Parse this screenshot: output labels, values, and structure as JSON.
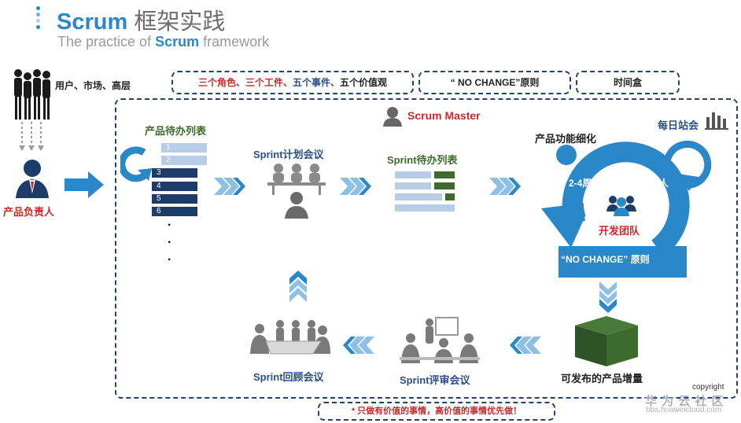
{
  "header": {
    "title_en": "Scrum",
    "title_cn": "框架实践",
    "subtitle_pre": "The practice of ",
    "subtitle_brand": "Scrum",
    "subtitle_post": " framework"
  },
  "stakeholders": {
    "label": "用户、市场、高层"
  },
  "top_boxes": [
    {
      "parts": [
        "三个角色、",
        "三个工件、",
        "五个事件、",
        "五个价值观"
      ]
    },
    {
      "label": "“ NO CHANGE”原则"
    },
    {
      "label": "时间盒"
    }
  ],
  "product_owner": {
    "label": "产品负责人"
  },
  "scrum_master": {
    "label": "Scrum  Master"
  },
  "product_backlog": {
    "label": "产品待办列表",
    "items": [
      "1",
      "2",
      "3",
      "4",
      "5",
      "6"
    ],
    "dots": [
      "·",
      "·",
      "·"
    ]
  },
  "sprint_planning": {
    "label": "Sprint计划会议"
  },
  "sprint_backlog": {
    "label": "Sprint待办列表"
  },
  "sprint_cycle": {
    "refinement_label": "产品功能细化",
    "daily_label": "每日站会",
    "duration": "2-4周",
    "team_size": "7±2人",
    "team_label": "开发团队",
    "no_change": "“NO CHANGE”  原则"
  },
  "increment": {
    "label": "可发布的产品增量"
  },
  "review": {
    "label": "Sprint评审会议"
  },
  "retrospective": {
    "label": "Sprint回顾会议"
  },
  "note": {
    "label": "* 只做有价值的事情，高价值的事情优先做！"
  },
  "watermark": {
    "copyright": "copyright",
    "brand": "华 为 云 社 区",
    "url": "bbs.huaweicloud.com"
  },
  "colors": {
    "blue": "#2a87c8",
    "navy": "#23426f",
    "red": "#c52c2c",
    "green": "#3d6b2d"
  }
}
